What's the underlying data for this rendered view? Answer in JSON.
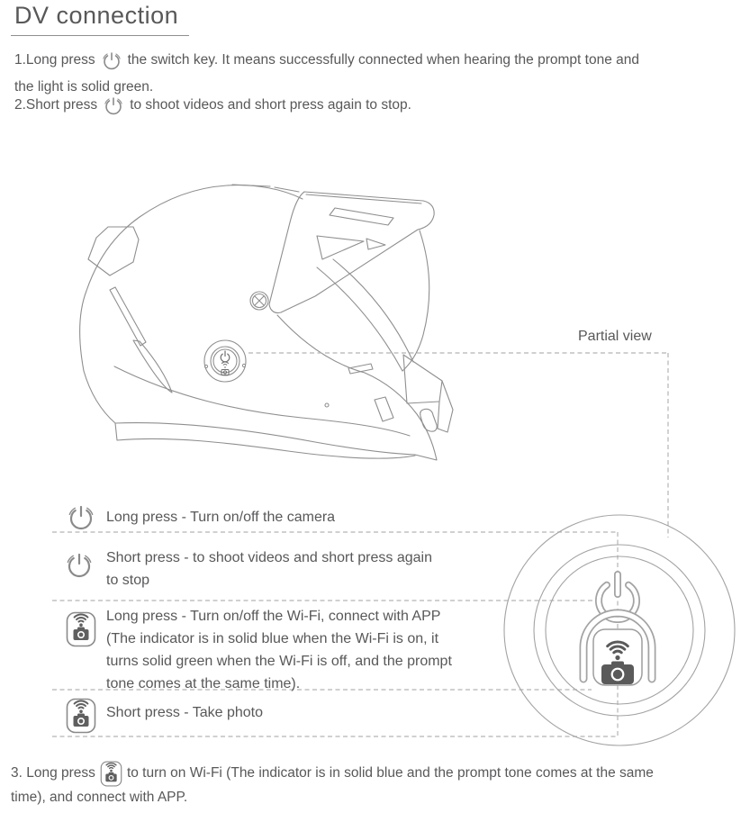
{
  "header": {
    "title": "DV connection"
  },
  "intro": {
    "item1": {
      "prefix": "1.Long press",
      "line1_rest": "the switch key. It means successfully connected when hearing the prompt tone and",
      "line2": "the light is solid green."
    },
    "item2": {
      "prefix": "2.Short press",
      "rest": "to shoot videos and short press again to stop."
    }
  },
  "diagram": {
    "partial_view_label": "Partial view"
  },
  "features": {
    "rows": [
      {
        "icon": "power-icon",
        "lines": [
          "Long press - Turn on/off the camera"
        ]
      },
      {
        "icon": "power-icon",
        "lines": [
          "Short press - to shoot videos and short press again",
          "to stop"
        ]
      },
      {
        "icon": "wifi-camera-icon",
        "lines": [
          "Long press - Turn on/off the Wi-Fi, connect with APP",
          "(The indicator is in solid blue when the Wi-Fi is on, it",
          "turns solid green when the Wi-Fi is off, and the prompt",
          "tone comes at the same time)."
        ]
      },
      {
        "icon": "wifi-camera-icon",
        "lines": [
          "Short press - Take photo"
        ]
      }
    ]
  },
  "footer": {
    "item3": {
      "prefix": "3. Long press",
      "line1_rest": "to turn on Wi-Fi (The indicator is in solid blue and the prompt tone comes at the same",
      "line2": "time), and connect with APP."
    }
  },
  "colors": {
    "text": "#58585a",
    "line_art": "#8f8f8f",
    "dashed": "#b5b5b5",
    "icon_dark": "#5a5a5a"
  }
}
